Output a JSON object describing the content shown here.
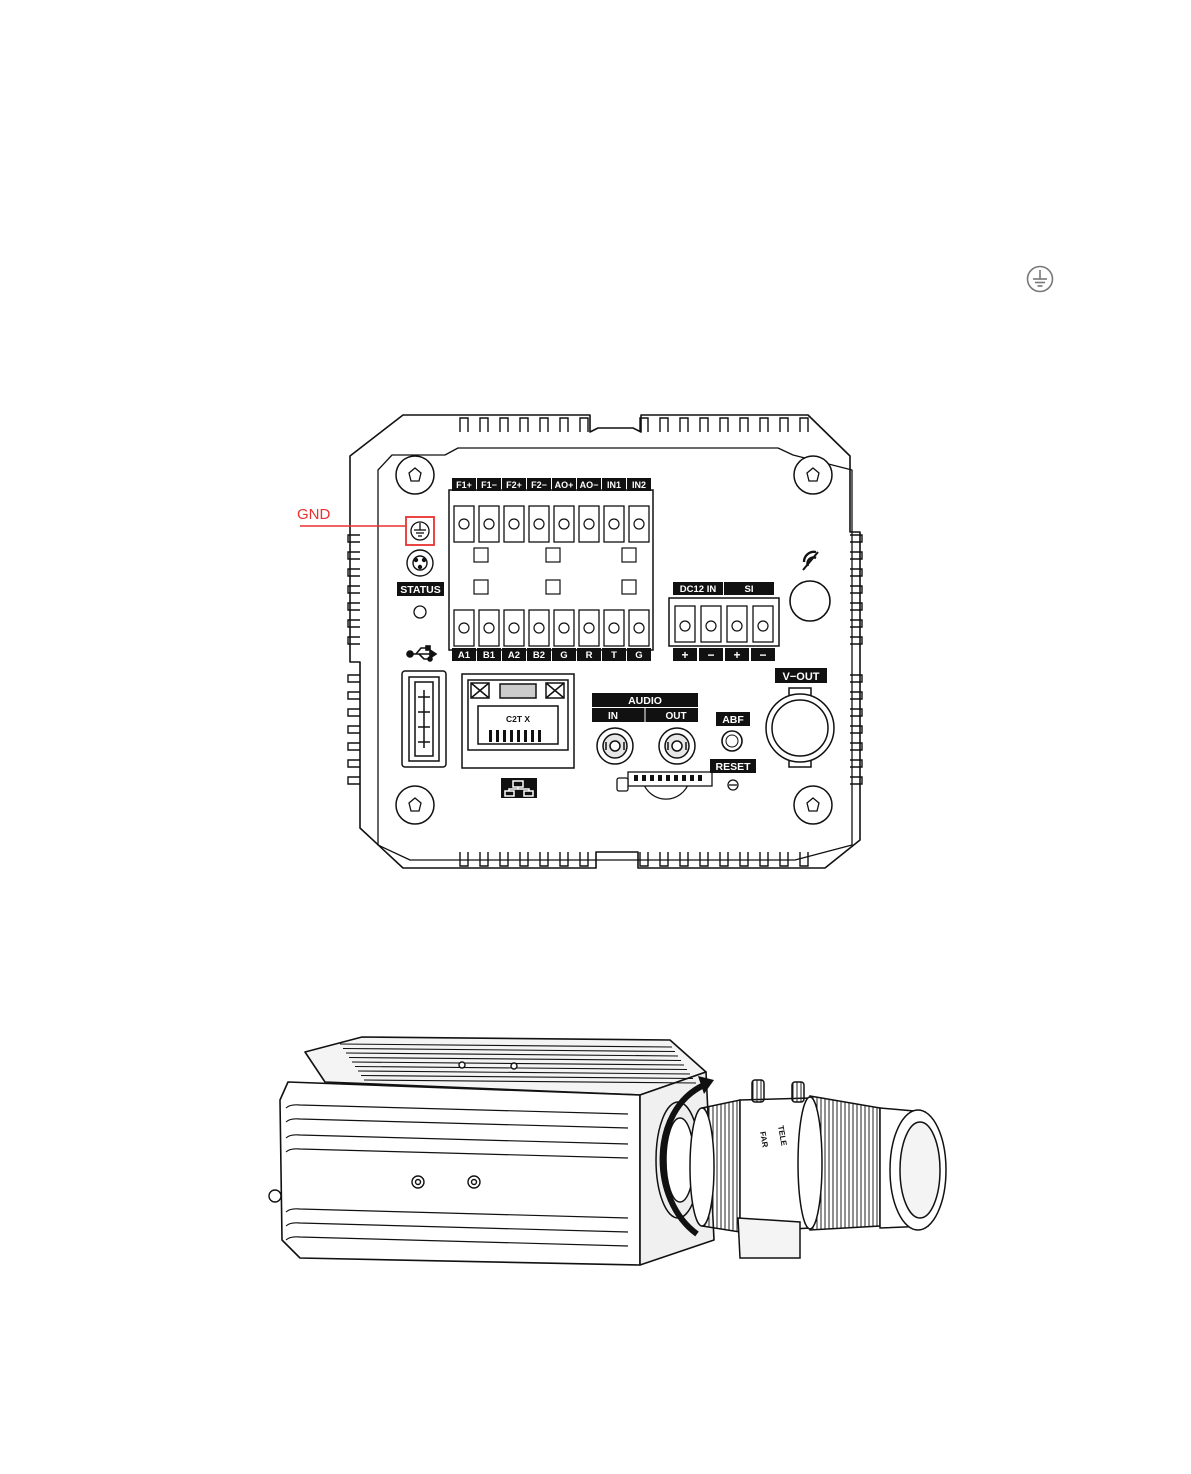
{
  "ground_symbol": {
    "icon": "ground-circle-icon"
  },
  "diagram_rear": {
    "callout": {
      "label": "GND",
      "color": "#e8312f"
    },
    "top_terminal_labels": [
      "F1+",
      "F1−",
      "F2+",
      "F2−",
      "AO+",
      "AO−",
      "IN1",
      "IN2"
    ],
    "bottom_terminal_labels": [
      "A1",
      "B1",
      "A2",
      "B2",
      "G",
      "R",
      "T",
      "G"
    ],
    "power_group_labels": [
      "DC12 IN",
      "SI"
    ],
    "power_signs": [
      "+",
      "−",
      "+",
      "−"
    ],
    "status_label": "STATUS",
    "vout_label": "V−OUT",
    "audio_label": "AUDIO",
    "audio_in_label": "IN",
    "audio_out_label": "OUT",
    "abf_label": "ABF",
    "reset_label": "RESET",
    "lan_text": "C2T  X",
    "usb_icon": "usb-icon",
    "network_icon": "network-icon",
    "wireless_icon": "wireless-icon"
  },
  "diagram_side": {
    "lens_far_label": "FAR",
    "lens_tele_label": "TELE"
  }
}
